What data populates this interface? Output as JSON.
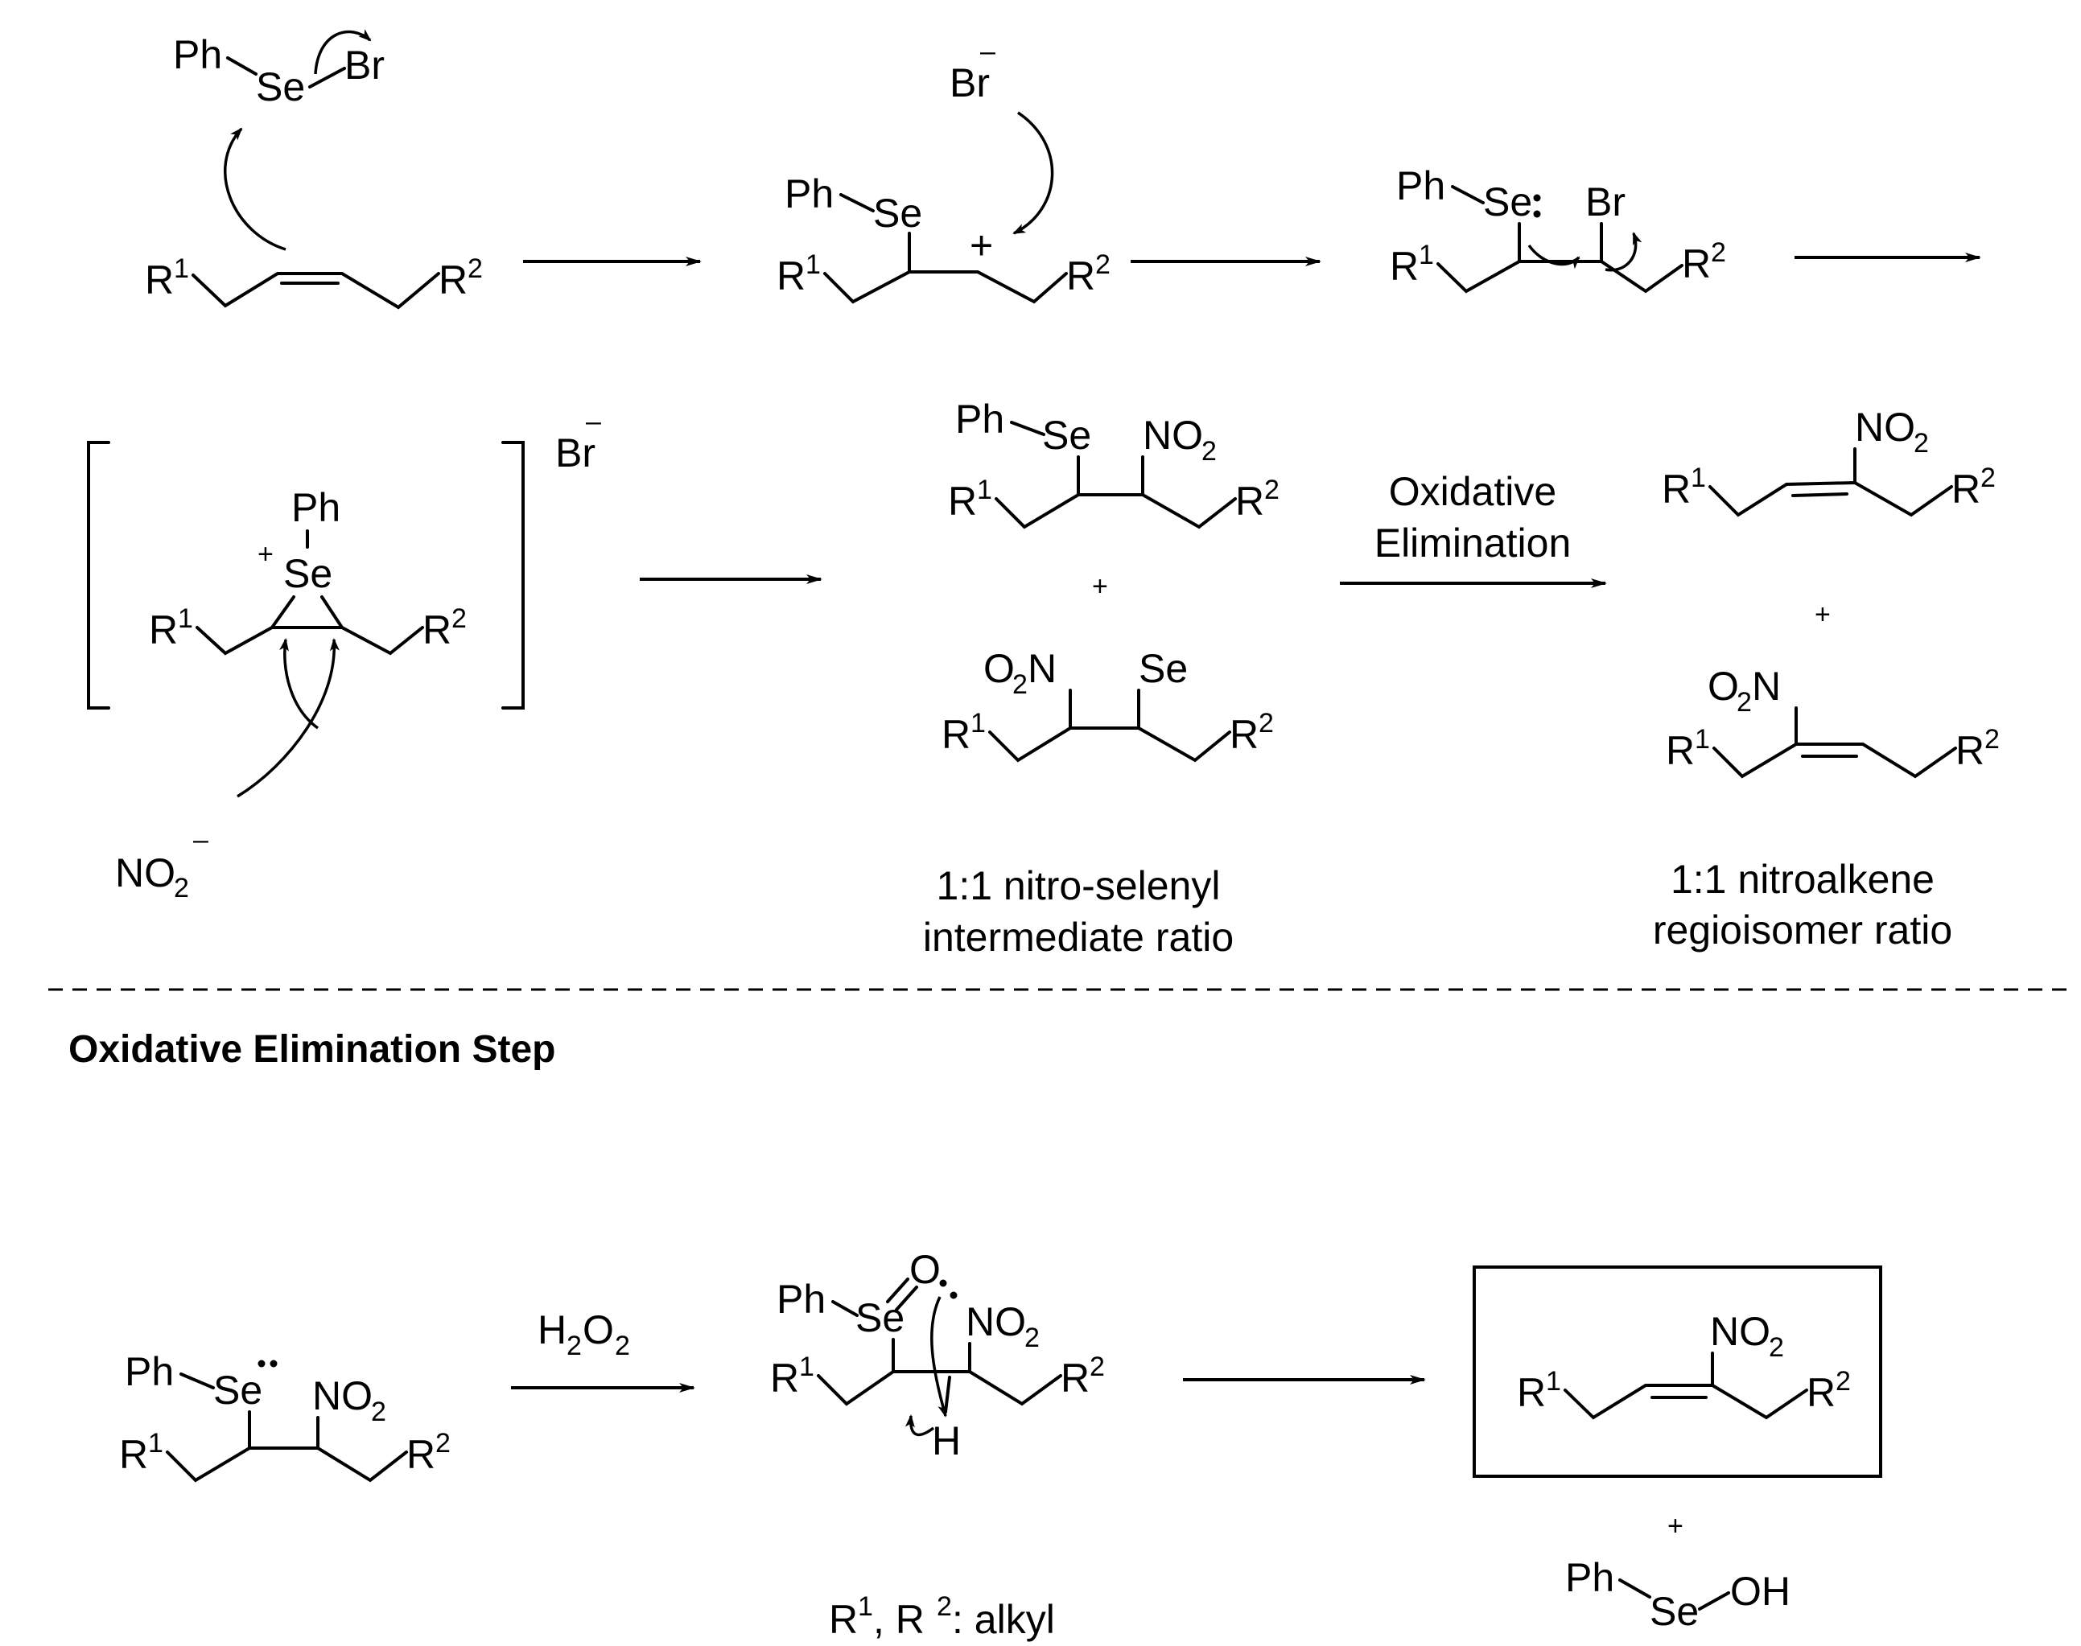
{
  "labels": {
    "ph": "Ph",
    "se": "Se",
    "br": "Br",
    "r": "R",
    "one": "1",
    "two": "2",
    "plus": "+",
    "minus": "–",
    "no": "NO",
    "o2n_o": "O",
    "o2n_n": "N",
    "sub2": "2",
    "o": "O",
    "h": "H",
    "oh": "OH",
    "h2o2_h": "H",
    "h2o2_o": "O",
    "nitrogen_dioxide": "NO"
  },
  "arrow_label": {
    "line1": "Oxidative",
    "line2": "Elimination"
  },
  "captions": {
    "intermediate_line1": "1:1 nitro-selenyl",
    "intermediate_line2": "intermediate ratio",
    "regio_line1": "1:1 nitroalkene",
    "regio_line2": "regioisomer ratio",
    "r_alkyl_r": "R",
    "r_alkyl_comma": ", R",
    "r_alkyl_suffix": ": alkyl"
  },
  "section_header": "Oxidative Elimination Step"
}
